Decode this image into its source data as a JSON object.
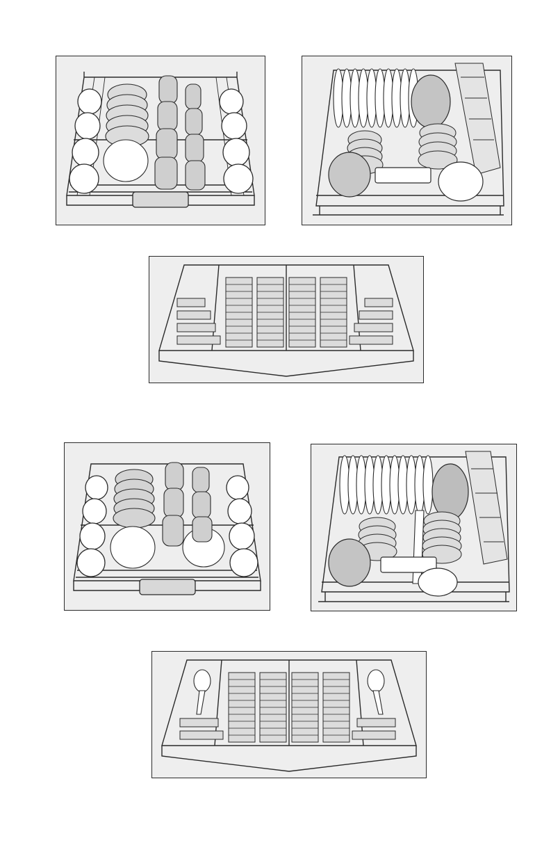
{
  "page": {
    "background": "#ffffff",
    "panel_background": "#eeeeee",
    "line_color": "#2a2a2a"
  },
  "illustrations": [
    {
      "name": "upper-rack-cups-glasses-1",
      "icon": "upper-rack-icon"
    },
    {
      "name": "lower-rack-plates-1",
      "icon": "lower-rack-icon"
    },
    {
      "name": "cutlery-tray-1",
      "icon": "cutlery-tray-icon"
    },
    {
      "name": "upper-rack-cups-glasses-2",
      "icon": "upper-rack-icon"
    },
    {
      "name": "lower-rack-plates-2",
      "icon": "lower-rack-icon"
    },
    {
      "name": "cutlery-tray-2",
      "icon": "cutlery-tray-icon"
    }
  ]
}
